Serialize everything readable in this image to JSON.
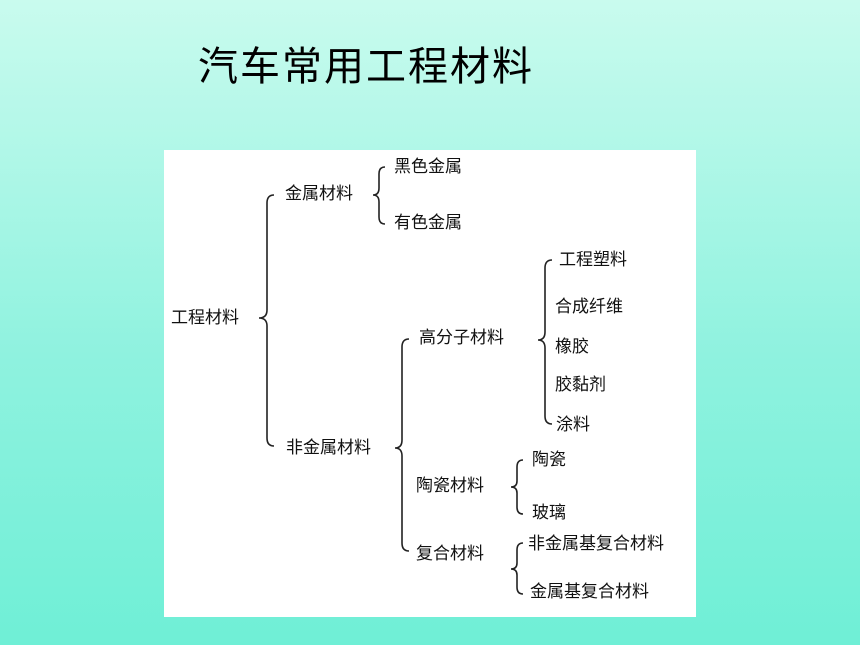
{
  "title": "汽车常用工程材料",
  "tree": {
    "root": "工程材料",
    "metal": {
      "label": "金属材料",
      "ferrous": "黑色金属",
      "nonferrous": "有色金属"
    },
    "nonmetal": {
      "label": "非金属材料",
      "polymer": {
        "label": "高分子材料",
        "items": [
          "工程塑料",
          "合成纤维",
          "橡胶",
          "胶黏剂",
          "涂料"
        ]
      },
      "ceramic": {
        "label": "陶瓷材料",
        "items": [
          "陶瓷",
          "玻璃"
        ]
      },
      "composite": {
        "label": "复合材料",
        "items": [
          "非金属基复合材料",
          "金属基复合材料"
        ]
      }
    }
  }
}
